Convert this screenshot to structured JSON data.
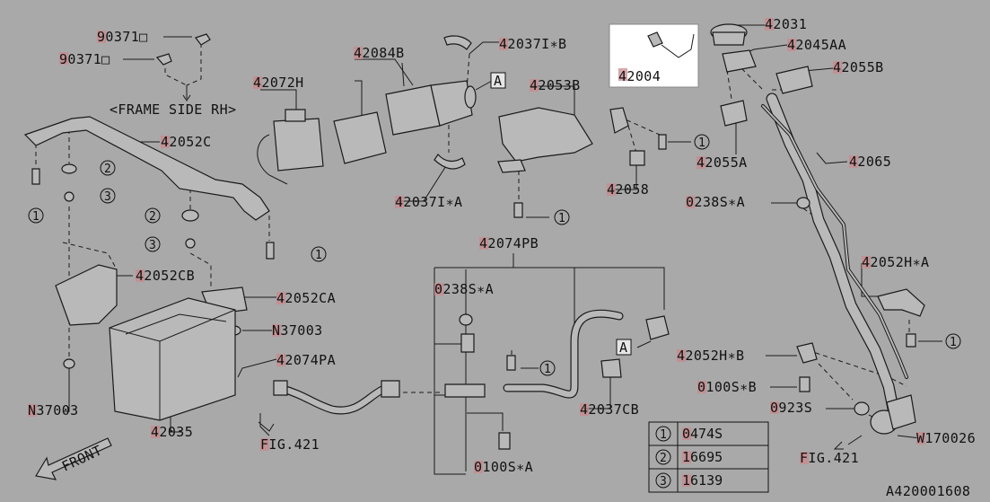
{
  "diagram": {
    "part_labels": {
      "p_90371_a": "90371□",
      "p_90371_b": "90371□",
      "p_frame_note": "<FRAME SIDE RH>",
      "p_42072H": "42072H",
      "p_42084B": "42084B",
      "p_42037IB": "42037I∗B",
      "p_42053B": "42053B",
      "p_42004": "42004",
      "p_42031": "42031",
      "p_42045AA": "42045AA",
      "p_42055B": "42055B",
      "p_42052C": "42052C",
      "p_42055A": "42055A",
      "p_42065": "42065",
      "p_42058": "42058",
      "p_42037IA": "42037I∗A",
      "p_0238SA_r": "0238S∗A",
      "p_42074PB": "42074PB",
      "p_42052HA": "42052H∗A",
      "p_42052CB": "42052CB",
      "p_0238SA_c": "0238S∗A",
      "p_42052CA": "42052CA",
      "p_N37003_a": "N37003",
      "p_42074PA": "42074PA",
      "p_42052HB": "42052H∗B",
      "p_0100SB": "0100S∗B",
      "p_42037CB": "42037CB",
      "p_0923S": "0923S",
      "p_N37003_b": "N37003",
      "p_42035": "42035",
      "p_W170026": "W170026",
      "p_fig421_a": "FIG.421",
      "p_0100SA": "0100S∗A",
      "p_fig421_b": "FIG.421",
      "p_front": "FRONT",
      "p_code": "A420001608"
    },
    "connector_marks": [
      "A",
      "A"
    ],
    "callout_numbers": [
      "1",
      "2",
      "3"
    ],
    "legend": [
      {
        "ref": "1",
        "part": "0474S"
      },
      {
        "ref": "2",
        "part": "16695"
      },
      {
        "ref": "3",
        "part": "16139"
      }
    ]
  }
}
